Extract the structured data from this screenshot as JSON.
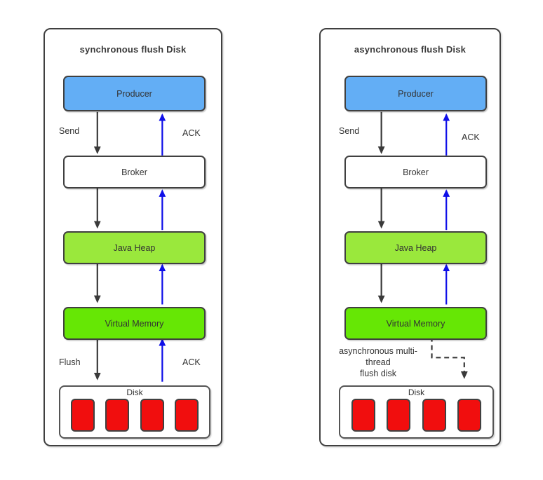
{
  "colors": {
    "background": "#ffffff",
    "text": "#333333",
    "box_border": "#404040",
    "producer_fill": "#63aef5",
    "java_heap_fill": "#9ae83c",
    "virtual_memory_fill": "#66e705",
    "disk_cell_fill": "#f10e0e",
    "arrow_black": "#3a3a3a",
    "arrow_blue": "#0f0fe8"
  },
  "panels": [
    {
      "title": "synchronous flush Disk",
      "producer": "Producer",
      "broker": "Broker",
      "java_heap": "Java Heap",
      "virtual_memory": "Virtual Memory",
      "disk_label": "Disk",
      "send_label": "Send",
      "ack_top_label": "ACK",
      "flush_label": "Flush",
      "ack_bottom_label": "ACK"
    },
    {
      "title": "asynchronous flush Disk",
      "producer": "Producer",
      "broker": "Broker",
      "java_heap": "Java Heap",
      "virtual_memory": "Virtual Memory",
      "disk_label": "Disk",
      "send_label": "Send",
      "ack_top_label": "ACK",
      "async_flush_lines": [
        "asynchronous multi-",
        "thread",
        "flush disk"
      ]
    }
  ]
}
